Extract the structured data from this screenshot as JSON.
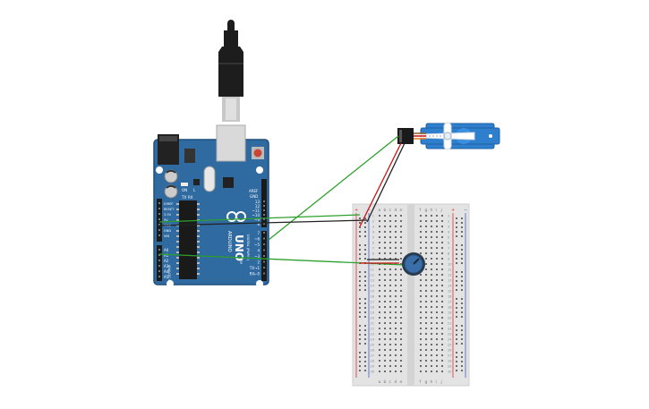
{
  "arduino": {
    "model": "UNO",
    "brand": "ARDUINO",
    "tm": "TM",
    "on_label": "ON",
    "tx_label": "TX",
    "rx_label": "RX",
    "l_label": "L",
    "aref": "AREF",
    "gnd": "GND",
    "digital_label": "DIGITAL (PWM~)",
    "analog_label": "ANALOG IN",
    "power_labels": [
      "IOREF",
      "RESET",
      "3.3V",
      "5V",
      "GND",
      "GND",
      "VIN"
    ],
    "analog_pins": [
      "A0",
      "A1",
      "A2",
      "A3",
      "A4",
      "A5"
    ],
    "digital_pins": [
      "13",
      "12",
      "~11",
      "~10",
      "~9",
      "8",
      "7",
      "~6",
      "~5",
      "4",
      "~3",
      "2",
      "TX→1",
      "RX←0"
    ],
    "colors": {
      "board": "#2f6aa1",
      "board_edge": "#1f4f7d",
      "header": "#1a1a1a"
    }
  },
  "breadboard": {
    "col_letters_left": [
      "a",
      "b",
      "c",
      "d",
      "e"
    ],
    "col_letters_right": [
      "f",
      "g",
      "h",
      "i",
      "j"
    ],
    "rows": 30,
    "plus": "+",
    "minus": "−",
    "colors": {
      "body": "#e3e3e3",
      "hole": "#6a6a6a",
      "red_rail": "#d33",
      "blue_rail": "#3a5fcd"
    }
  },
  "servo": {
    "colors": {
      "body": "#2f7fcf",
      "horn": "#ffffff"
    }
  },
  "potentiometer": {
    "colors": {
      "body": "#2a3a4a",
      "knob": "#3a6ea8"
    }
  },
  "wires": {
    "colors": {
      "green": "#2ca02c",
      "black": "#222222",
      "red": "#cc1111",
      "orange": "#e07a1a"
    }
  },
  "usb_cable": {
    "colors": {
      "plug": "#1d1d1d",
      "metal": "#c8c8c8"
    }
  }
}
